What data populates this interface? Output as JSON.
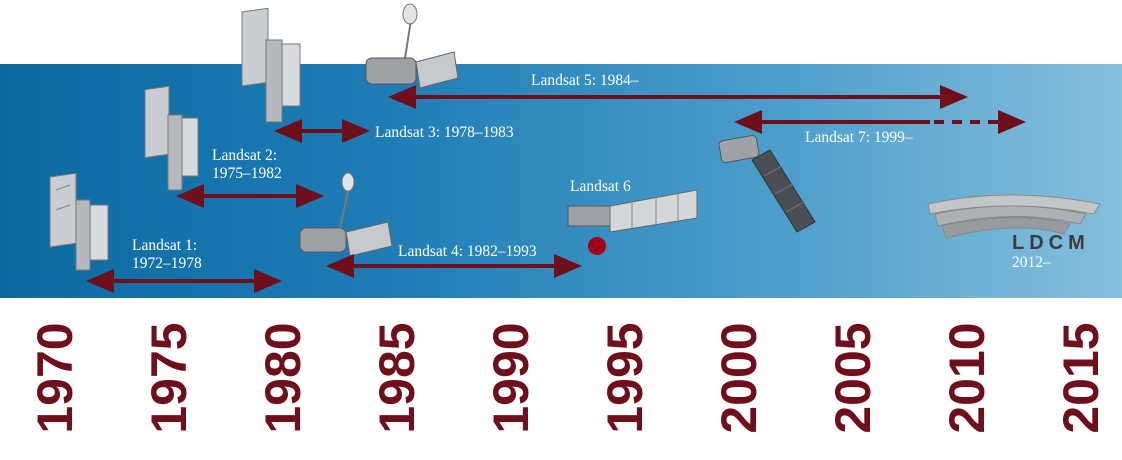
{
  "missions": [
    {
      "name": "Landsat 1:",
      "years": "1972–1978"
    },
    {
      "name": "Landsat 2:",
      "years": "1975–1982"
    },
    {
      "name": "Landsat 3: 1978–1983"
    },
    {
      "name": "Landsat 4: 1982–1993"
    },
    {
      "name": "Landsat 5: 1984–"
    },
    {
      "name": "Landsat 6"
    },
    {
      "name": "Landsat 7: 1999–"
    },
    {
      "name": "LDCM",
      "years": "2012–"
    }
  ],
  "years": [
    "1970",
    "1975",
    "1980",
    "1985",
    "1990",
    "1995",
    "2000",
    "2005",
    "2010",
    "2015"
  ],
  "colors": {
    "band_start": "#0a6aa0",
    "band_end": "#86bfdc",
    "arrow": "#6e0f1b",
    "label": "#ffffff",
    "year": "#6e0f1b"
  },
  "icons": [
    "landsat-1-satellite-icon",
    "landsat-2-satellite-icon",
    "landsat-3-satellite-icon",
    "landsat-4-satellite-icon",
    "landsat-5-satellite-icon",
    "landsat-6-satellite-icon",
    "landsat-7-satellite-icon",
    "ldcm-logo-icon"
  ]
}
